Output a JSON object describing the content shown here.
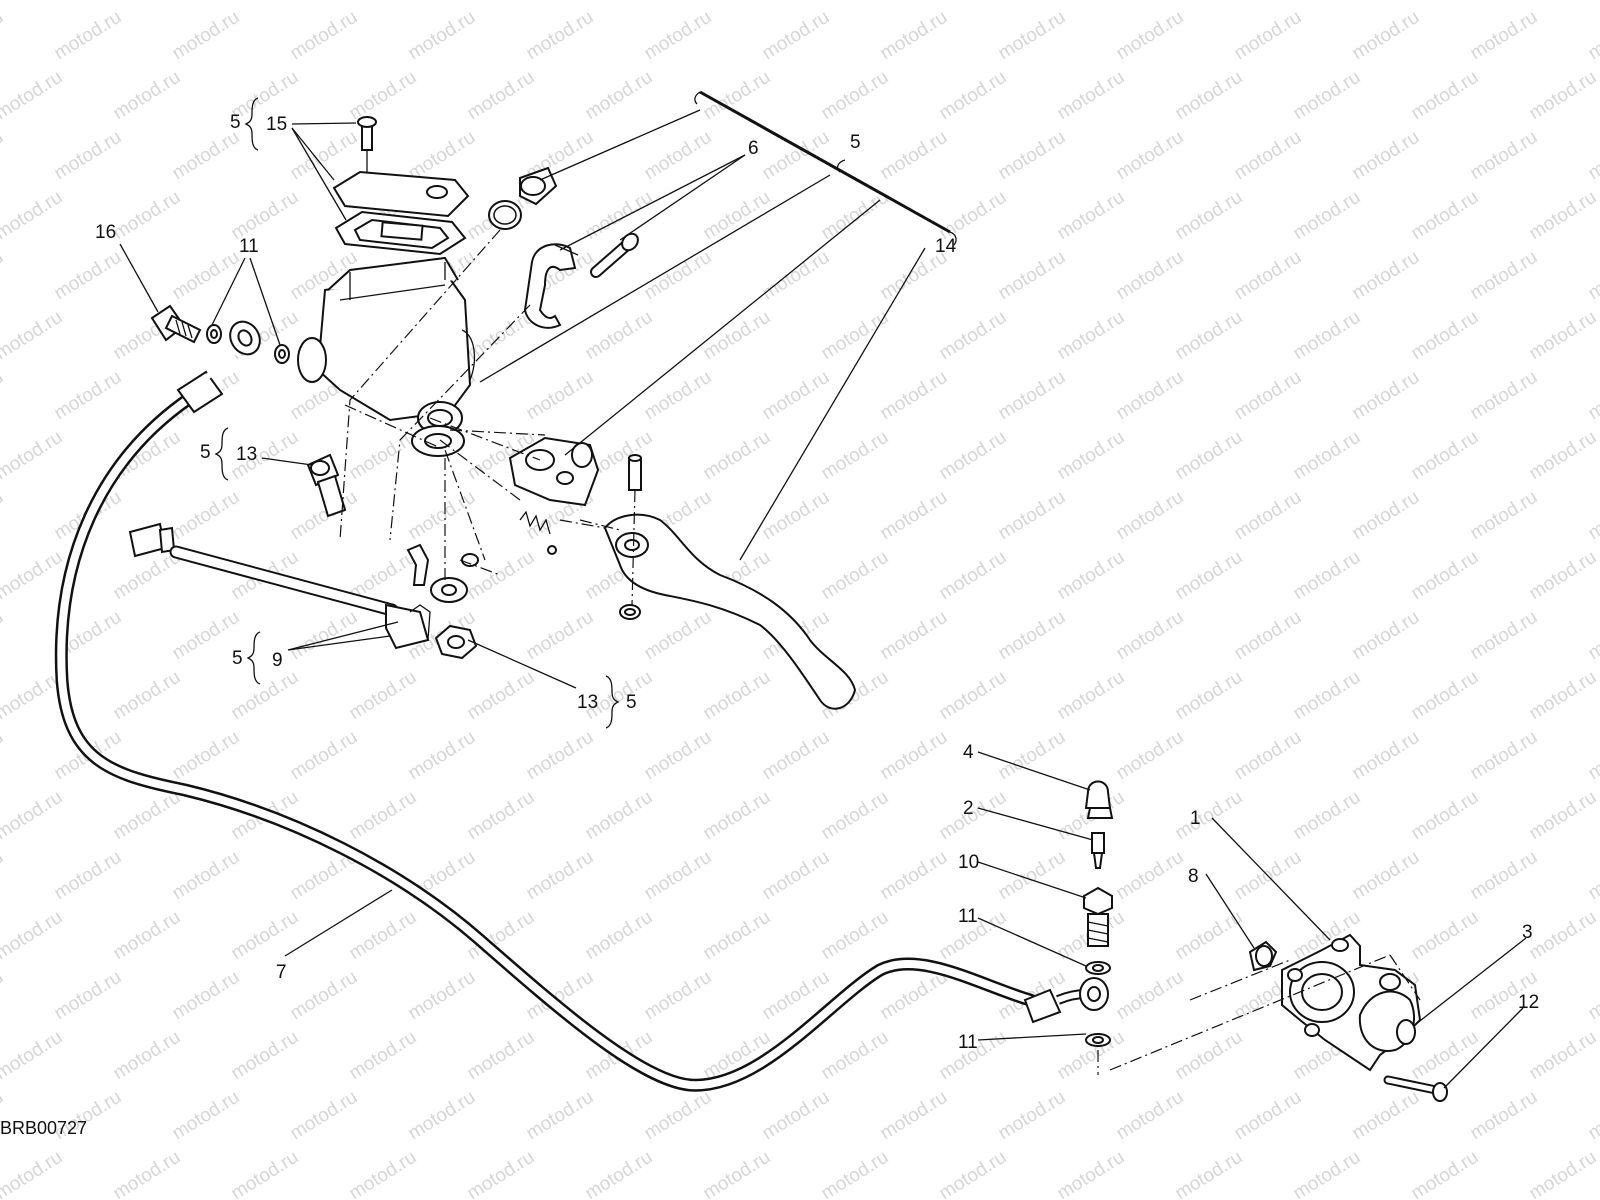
{
  "diagram": {
    "watermark": "motod.ru",
    "drawing_code": "BRB00727",
    "group_brace": "5",
    "labels": {
      "p15": "15",
      "p16": "16",
      "p11_top": "11",
      "p6": "6",
      "p14": "14",
      "p13_top": "13",
      "p9": "9",
      "p13_bottom": "13",
      "p4": "4",
      "p2": "2",
      "p10": "10",
      "p11_mid": "11",
      "p11_low": "11",
      "p1": "1",
      "p8": "8",
      "p3": "3",
      "p12": "12",
      "p7": "7"
    },
    "group_marks": {
      "g15": "5",
      "g13a": "5",
      "g9": "5",
      "g13b": "5",
      "g_top": "5"
    }
  }
}
